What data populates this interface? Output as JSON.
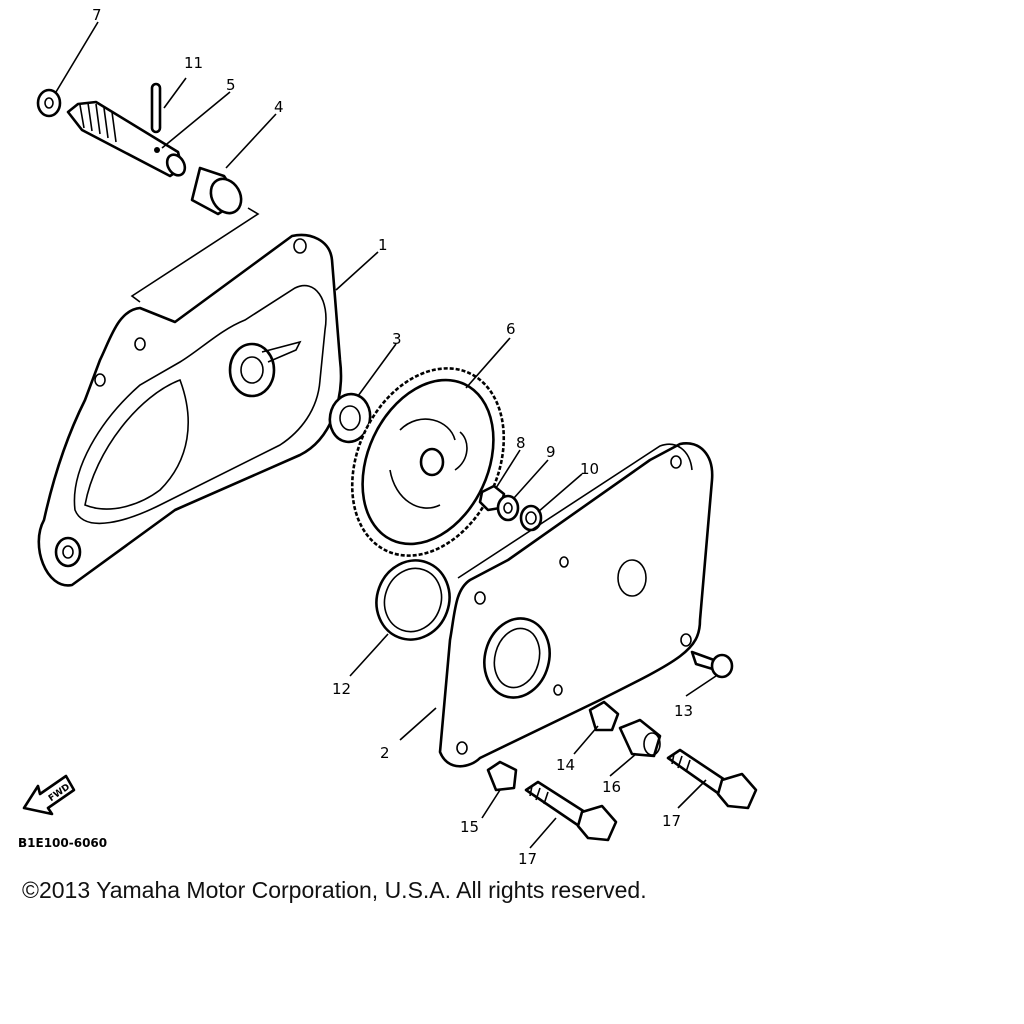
{
  "callouts": [
    {
      "id": "1",
      "text": "1"
    },
    {
      "id": "2",
      "text": "2"
    },
    {
      "id": "3",
      "text": "3"
    },
    {
      "id": "4",
      "text": "4"
    },
    {
      "id": "5",
      "text": "5"
    },
    {
      "id": "6",
      "text": "6"
    },
    {
      "id": "7",
      "text": "7"
    },
    {
      "id": "8",
      "text": "8"
    },
    {
      "id": "9",
      "text": "9"
    },
    {
      "id": "10",
      "text": "10"
    },
    {
      "id": "11",
      "text": "11"
    },
    {
      "id": "12",
      "text": "12"
    },
    {
      "id": "13",
      "text": "13"
    },
    {
      "id": "14",
      "text": "14"
    },
    {
      "id": "15",
      "text": "15"
    },
    {
      "id": "16",
      "text": "16"
    },
    {
      "id": "17a",
      "text": "17"
    },
    {
      "id": "17b",
      "text": "17"
    }
  ],
  "forward_arrow": {
    "label": "FWD",
    "icon": "forward-arrow-icon"
  },
  "diagram_code": "B1E100-6060",
  "copyright": "©2013 Yamaha Motor Corporation, U.S.A. All rights reserved."
}
